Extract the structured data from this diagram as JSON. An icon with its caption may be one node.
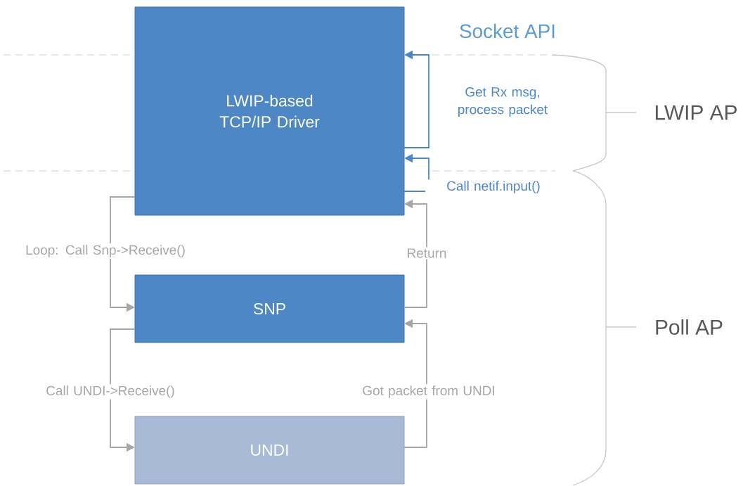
{
  "diagram": {
    "nodes": [
      {
        "text": [
          "LWIP-based TCP/IP Driver"
        ]
      },
      {
        "text": [
          "SNP"
        ]
      },
      {
        "text": [
          "UNDI"
        ]
      }
    ],
    "edges": [
      {
        "from": 0,
        "to": 1,
        "arrow": "to",
        "label": "Loop: Call Snp->Receive()"
      },
      {
        "from": 1,
        "to": 0,
        "arrow": "to",
        "label": "Return"
      },
      {
        "from": 1,
        "to": 2,
        "arrow": "to",
        "label": "Call UNDI->Receive()"
      },
      {
        "from": 2,
        "to": 1,
        "arrow": "to",
        "label": "Got packet from UNDI"
      },
      {
        "from": 0,
        "to": 0,
        "arrow": "to",
        "label": "Call netif.input()",
        "color": "#4a86c8"
      },
      {
        "from": 0,
        "to": 0,
        "arrow": "to",
        "label": "Get Rx msg, process packet",
        "color": "#4a86c8"
      }
    ],
    "labels": [
      "Socket API",
      "LWIP AP",
      "Poll AP"
    ]
  }
}
